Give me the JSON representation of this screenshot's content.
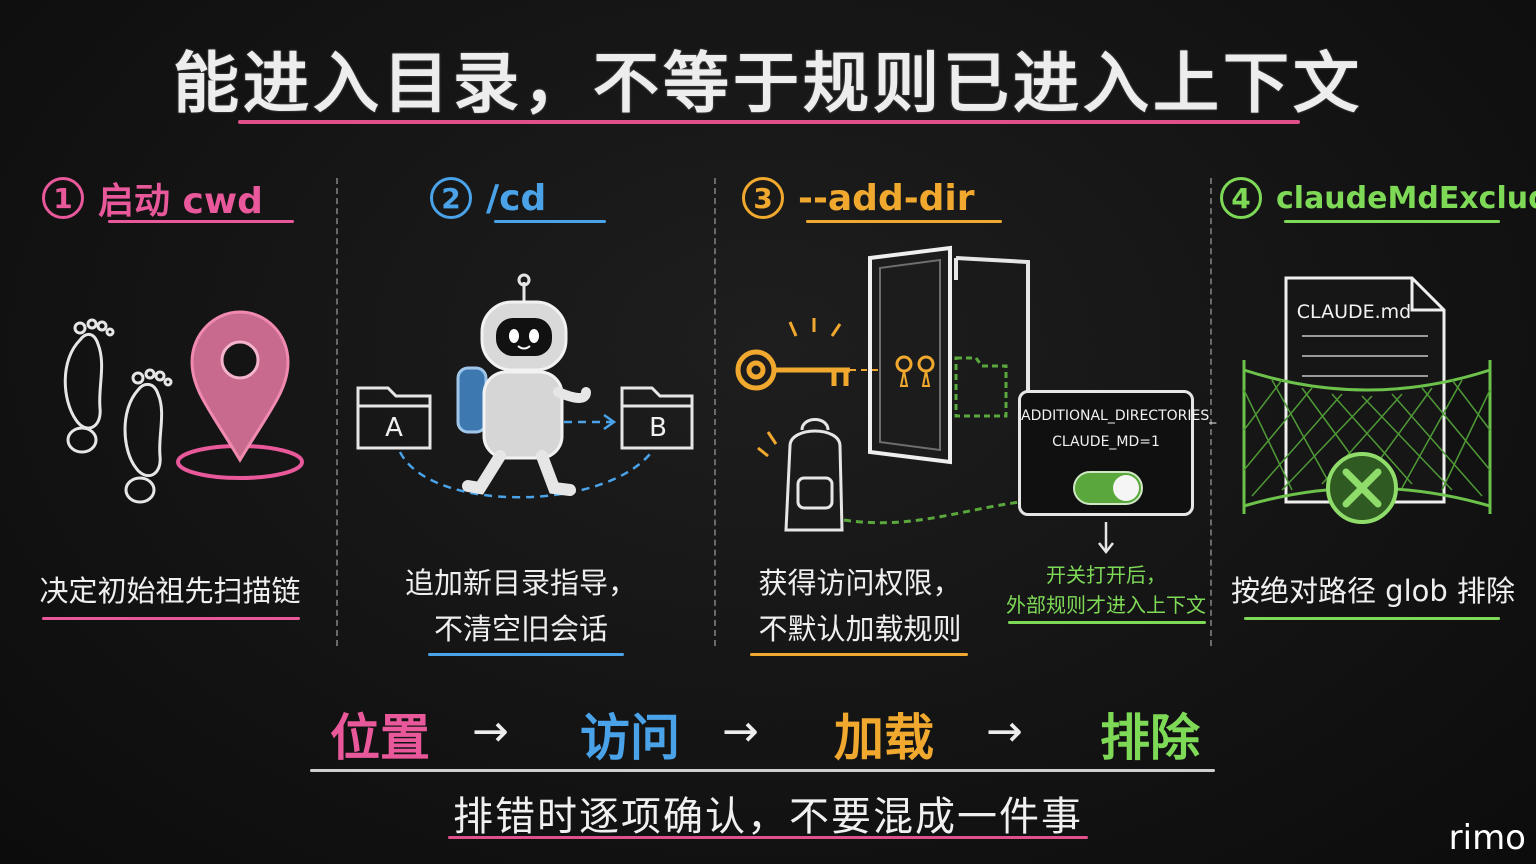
{
  "title": "能进入目录，不等于规则已进入上下文",
  "sections": [
    {
      "num": "1",
      "heading": "启动 cwd",
      "caption_lines": [
        "决定初始祖先扫描链"
      ],
      "color": "#e8589a"
    },
    {
      "num": "2",
      "heading": "/cd",
      "caption_lines": [
        "追加新目录指导，",
        "不清空旧会话"
      ],
      "color": "#4aa3e8",
      "folder_a": "A",
      "folder_b": "B"
    },
    {
      "num": "3",
      "heading": "--add-dir",
      "caption_lines": [
        "获得访问权限，",
        "不默认加载规则"
      ],
      "color": "#f0a92e"
    },
    {
      "num": "4",
      "heading": "claudeMdExcludes",
      "caption_lines": [
        "按绝对路径 glob 排除"
      ],
      "color": "#7ed957",
      "file_label": "CLAUDE.md"
    }
  ],
  "env_var": {
    "line1": "ADDITIONAL_DIRECTORIES_",
    "line2": "CLAUDE_MD=1"
  },
  "side_note": [
    "开关打开后，",
    "外部规则才进入上下文"
  ],
  "chain": [
    {
      "label": "位置",
      "color": "#e8589a"
    },
    {
      "label": "访问",
      "color": "#4aa3e8"
    },
    {
      "label": "加载",
      "color": "#f0a92e"
    },
    {
      "label": "排除",
      "color": "#7ed957"
    }
  ],
  "arrow_glyph": "→",
  "footer": "排错时逐项确认，不要混成一件事",
  "brand": "rimo"
}
